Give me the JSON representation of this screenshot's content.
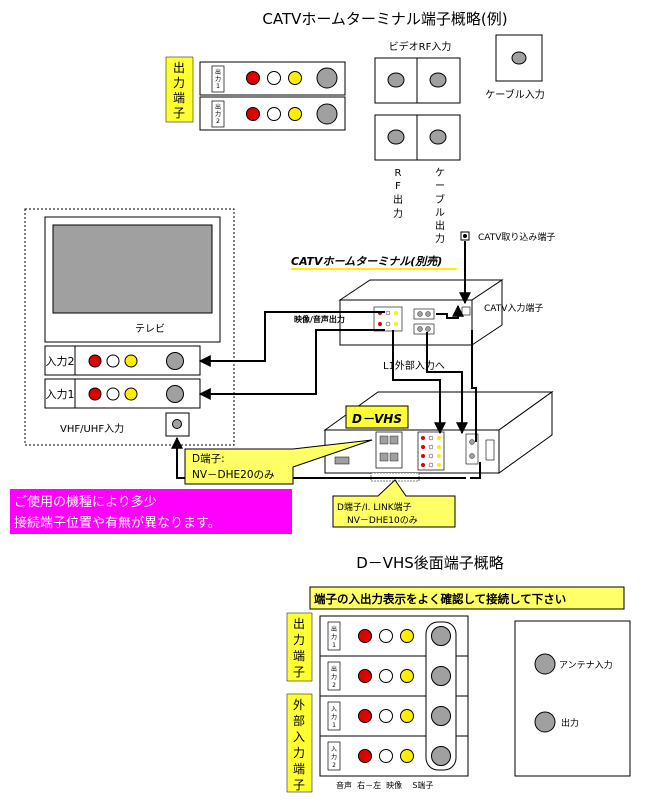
{
  "title_top": "CATVホームターミナル端子概略(例)",
  "terminal_panel": {
    "side_label": [
      "出",
      "力",
      "端",
      "子"
    ],
    "rows": [
      {
        "tag": [
          "出",
          "力",
          "1"
        ]
      },
      {
        "tag": [
          "出",
          "力",
          "2"
        ]
      }
    ],
    "video_rf_label": "ビデオRF入力",
    "cable_in_label": "ケーブル入力",
    "rf_out_label": [
      "R",
      "F",
      "出",
      "力"
    ],
    "cable_out_label": [
      "ケ",
      "ー",
      "ブ",
      "ル",
      "出",
      "力"
    ]
  },
  "catv_intake_label": "CATV取り込み端子",
  "home_terminal_label": "CATVホームターミナル(別売)",
  "av_out_label": "映像/音声出力",
  "catv_in_label": "CATV入力端子",
  "l1_label": "L1外部入力へ",
  "tv": {
    "name": "テレビ",
    "input2": "入力2",
    "input1": "入力1",
    "vhf": "VHF/UHF入力"
  },
  "dvhs_badge": "D－VHS",
  "callout_d": [
    "D端子:",
    "NV－DHE20のみ"
  ],
  "callout_ilink": [
    "D端子/I. LINK端子",
    "NV－DHE10のみ"
  ],
  "note_magenta": [
    "ご使用の機種により多少",
    "接続端子位置や有無が異なります。"
  ],
  "title_bottom": "D－VHS後面端子概略",
  "bottom_panel": {
    "banner": "端子の入出力表示をよく確認して接続して下さい",
    "out_label": [
      "出",
      "力",
      "端",
      "子"
    ],
    "in_label": [
      "外",
      "部",
      "入",
      "力",
      "端",
      "子"
    ],
    "rows": [
      {
        "tag": [
          "出",
          "力",
          "1"
        ]
      },
      {
        "tag": [
          "出",
          "力",
          "2"
        ]
      },
      {
        "tag": [
          "入",
          "力",
          "1"
        ]
      },
      {
        "tag": [
          "入",
          "力",
          "2"
        ]
      }
    ],
    "col_labels": "音声  右－左  映像    S端子",
    "antenna_in": "アンテナ入力",
    "out": "出力"
  },
  "colors": {
    "red": "#e00000",
    "yellow": "#ffee00",
    "gray": "#a0a0a0",
    "magenta": "#ff00ff",
    "callout_yellow": "#ffff66"
  }
}
